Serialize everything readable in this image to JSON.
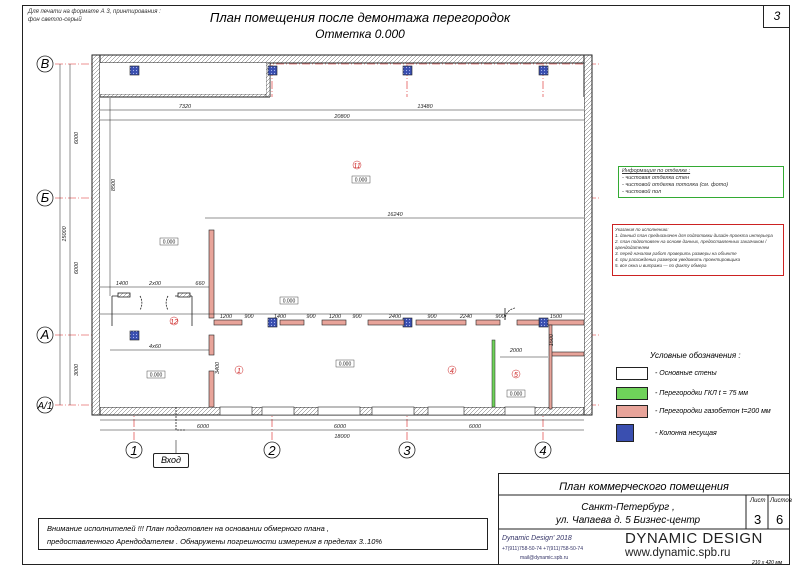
{
  "sheet": {
    "note_top": "Для печати на формате А 3, принтирования : фон светло-серый",
    "number": "3",
    "title": "План  помещения после демонтажа  перегородок",
    "subtitle": "Отметка 0.000"
  },
  "axes": {
    "rows": [
      "В",
      "Б",
      "А",
      "А/1"
    ],
    "cols": [
      "1",
      "2",
      "3",
      "4"
    ]
  },
  "dimensions": {
    "top_1": "7320",
    "top_2": "13480",
    "top_total": "20800",
    "inner_16240": "16240",
    "bottom_1": "6000",
    "bottom_2": "6000",
    "bottom_3": "6000",
    "bottom_total": "18000",
    "left_1": "6000",
    "left_2": "6000",
    "left_3": "3000",
    "left_total": "15000",
    "left_8500": "8500",
    "seg_1200a": "1200",
    "seg_900a": "900",
    "seg_1400": "1400",
    "seg_900b": "900",
    "seg_1200b": "1200",
    "seg_900c": "900",
    "seg_2400": "2400",
    "seg_900d": "900",
    "seg_2240": "2240",
    "seg_900e": "900",
    "seg_1500": "1500",
    "d_1400": "1400",
    "d_2400": "2х00",
    "d_660": "660",
    "d_4x60": "4х60",
    "d_3400": "3400",
    "d_2000": "2000",
    "d_1500": "1500"
  },
  "rooms": {
    "r11": "11",
    "r12": "12",
    "r1": "1",
    "r4": "4",
    "r5": "5",
    "level": "0.000"
  },
  "info_box": {
    "title": "Информация по отделке :",
    "line1": "- чистовая отделка стен",
    "line2": "- чистовой отделка потолка   (см. фото)",
    "line3": "- чистовой пол"
  },
  "info_box2": {
    "title": "Указания по исполнению:",
    "line1": "1. данный план предназначен для подготовки дизайн-проекта интерьера",
    "line2": "2. план подготовлен на основе данных, предоставленных заказчиком / арендодателем",
    "line3": "3. перед началом работ проверить размеры на объекте",
    "line4": "4. при расхождении размеров уведомить проектировщика",
    "line5": "5. все окна и витражи — по факту обмера"
  },
  "legend": {
    "title": "Условные обозначения  :",
    "walls": "- Основные стены",
    "gkl": "- Перегородки ГКЛ  t = 75 мм",
    "gazobeton": "- Перегородки газобетон  t=200 мм",
    "column": "- Колонна несущая",
    "color_walls": "#ffffff",
    "color_gkl": "#6fd25a",
    "color_gazobeton": "#e8a49a",
    "color_column": "#3a4fb0"
  },
  "entry_label": "Вход",
  "warning": {
    "line1": "Внимание исполнителей  !!! План подготовлен на основании обмерного плана     ,",
    "line2": "предоставленного Арендодателем    . Обнаружены погрешности измерения в пределах      3..10%"
  },
  "stamp": {
    "title": "План  коммерческого помещения",
    "city": "Санкт-Петербург ,",
    "address": "ул. Чапаева д. 5 Бизнес-центр",
    "sheet_label": "Лист",
    "sheets_label": "Листов",
    "sheet": "3",
    "sheets": "6",
    "format": "210 х 420 мм"
  },
  "brand": {
    "name": "Dynamic Design' 2018",
    "phones": "+7(911)758-50-74     +7(911)758-50-74",
    "email": "mail@dynamic.spb.ru"
  },
  "watermark": {
    "line1": "DYNAMIC DESIGN",
    "line2": "www.dynamic.spb.ru"
  }
}
